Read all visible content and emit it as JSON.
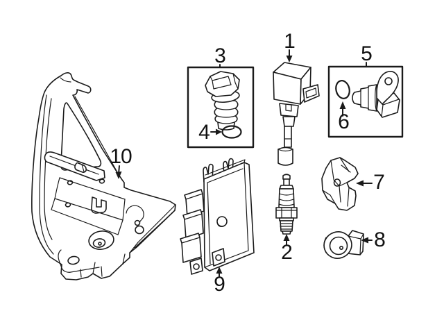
{
  "diagram": {
    "background": "#ffffff",
    "line_color": "#1a1a1a",
    "callouts": [
      {
        "id": 1,
        "label": "1"
      },
      {
        "id": 2,
        "label": "2"
      },
      {
        "id": 3,
        "label": "3"
      },
      {
        "id": 4,
        "label": "4"
      },
      {
        "id": 5,
        "label": "5"
      },
      {
        "id": 6,
        "label": "6"
      },
      {
        "id": 7,
        "label": "7"
      },
      {
        "id": 8,
        "label": "8"
      },
      {
        "id": 9,
        "label": "9"
      },
      {
        "id": 10,
        "label": "10"
      }
    ]
  }
}
